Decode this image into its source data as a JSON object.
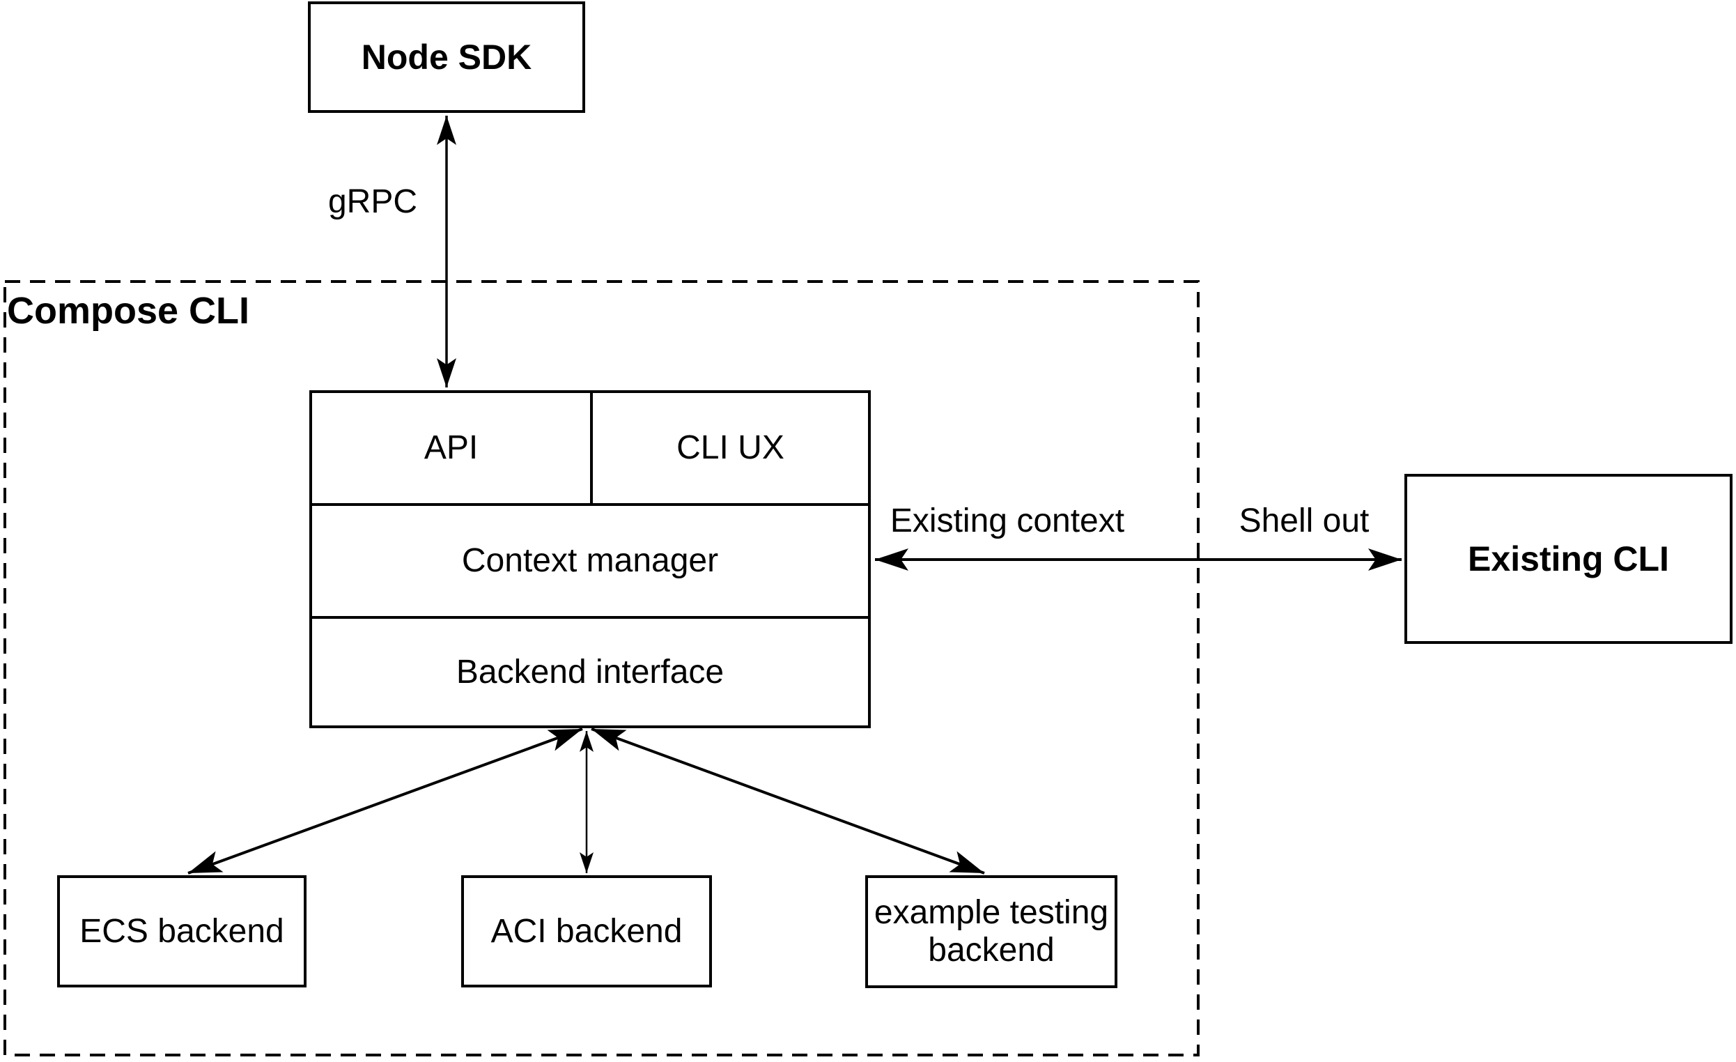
{
  "diagram": {
    "background_color": "#ffffff",
    "stroke_color": "#000000",
    "nodes": {
      "node_sdk": {
        "label": "Node SDK"
      },
      "compose_cli_group": {
        "label": "Compose CLI"
      },
      "api": {
        "label": "API"
      },
      "cli_ux": {
        "label": "CLI UX"
      },
      "context_manager": {
        "label": "Context manager"
      },
      "backend_interface": {
        "label": "Backend interface"
      },
      "existing_cli": {
        "label": "Existing CLI"
      },
      "ecs_backend": {
        "label": "ECS backend"
      },
      "aci_backend": {
        "label": "ACI backend"
      },
      "example_testing_backend": {
        "label": "example testing backend",
        "label_lines": [
          "example testing",
          "backend"
        ]
      }
    },
    "edges": {
      "grpc": {
        "label": "gRPC",
        "from": "node_sdk",
        "to": "api",
        "bidirectional": true
      },
      "existing_cli_link": {
        "label_left": "Existing context",
        "label_right": "Shell out",
        "from": "context_manager",
        "to": "existing_cli",
        "bidirectional": true
      },
      "backend_links": {
        "from": "backend_interface",
        "targets": [
          "ecs_backend",
          "aci_backend",
          "example_testing_backend"
        ],
        "bidirectional": true
      }
    }
  }
}
